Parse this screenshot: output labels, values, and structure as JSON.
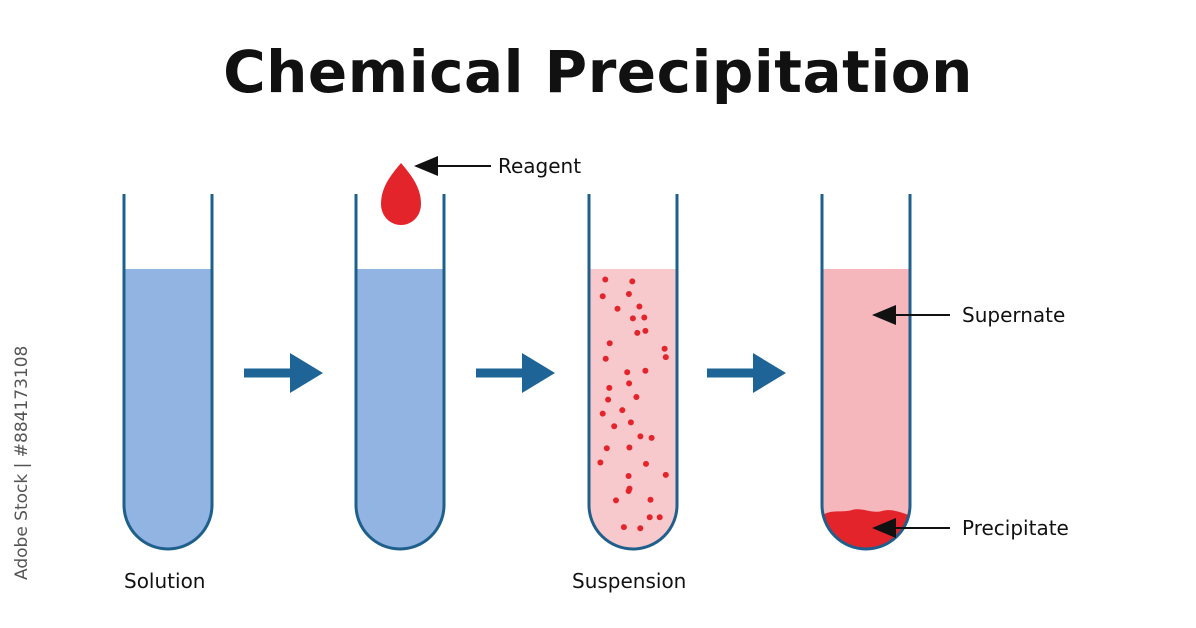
{
  "title": "Chemical Precipitation",
  "labels": {
    "reagent": "Reagent",
    "solution": "Solution",
    "suspension": "Suspension",
    "supernate": "Supernate",
    "precipitate": "Precipitate"
  },
  "watermark": "Adobe Stock | #884173108",
  "colors": {
    "solution_fill": "#92b4e3",
    "tube_outline": "#1f5f8b",
    "arrow": "#1f6497",
    "reagent_drop": "#e4242b",
    "suspension_fill": "#f7c9cd",
    "suspension_dots": "#e4242b",
    "supernate_fill": "#f5b6bc",
    "precipitate_fill": "#e4242b",
    "pointer": "#111111"
  }
}
